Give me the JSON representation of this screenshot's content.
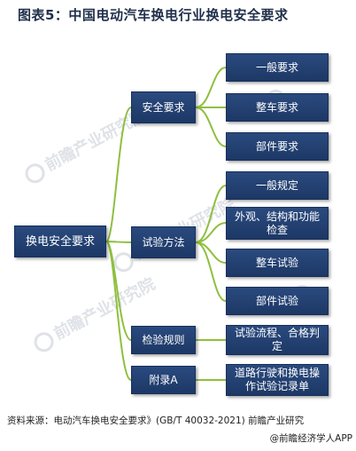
{
  "title": "图表5：中国电动汽车换电行业换电安全要求",
  "root": "换电安全要求",
  "categories": [
    {
      "label": "安全要求",
      "children": [
        "一般要求",
        "整车要求",
        "部件要求"
      ]
    },
    {
      "label": "试验方法",
      "children": [
        "一般规定",
        "外观、结构和功能检查",
        "整车试验",
        "部件试验"
      ]
    },
    {
      "label": "检验规则",
      "children": [
        "试验流程、合格判定"
      ]
    },
    {
      "label": "附录A",
      "children": [
        "道路行驶和换电操作试验记录单"
      ]
    }
  ],
  "watermark": "前瞻产业研究院",
  "footer": "资料来源：电动汽车换电安全要求》(GB/T 40032-2021) 前瞻产业研究",
  "brand": "@前瞻经济学人APP",
  "colors": {
    "box": "#1d3866",
    "line": "#8fbf3f",
    "title": "#1f2f4a"
  }
}
